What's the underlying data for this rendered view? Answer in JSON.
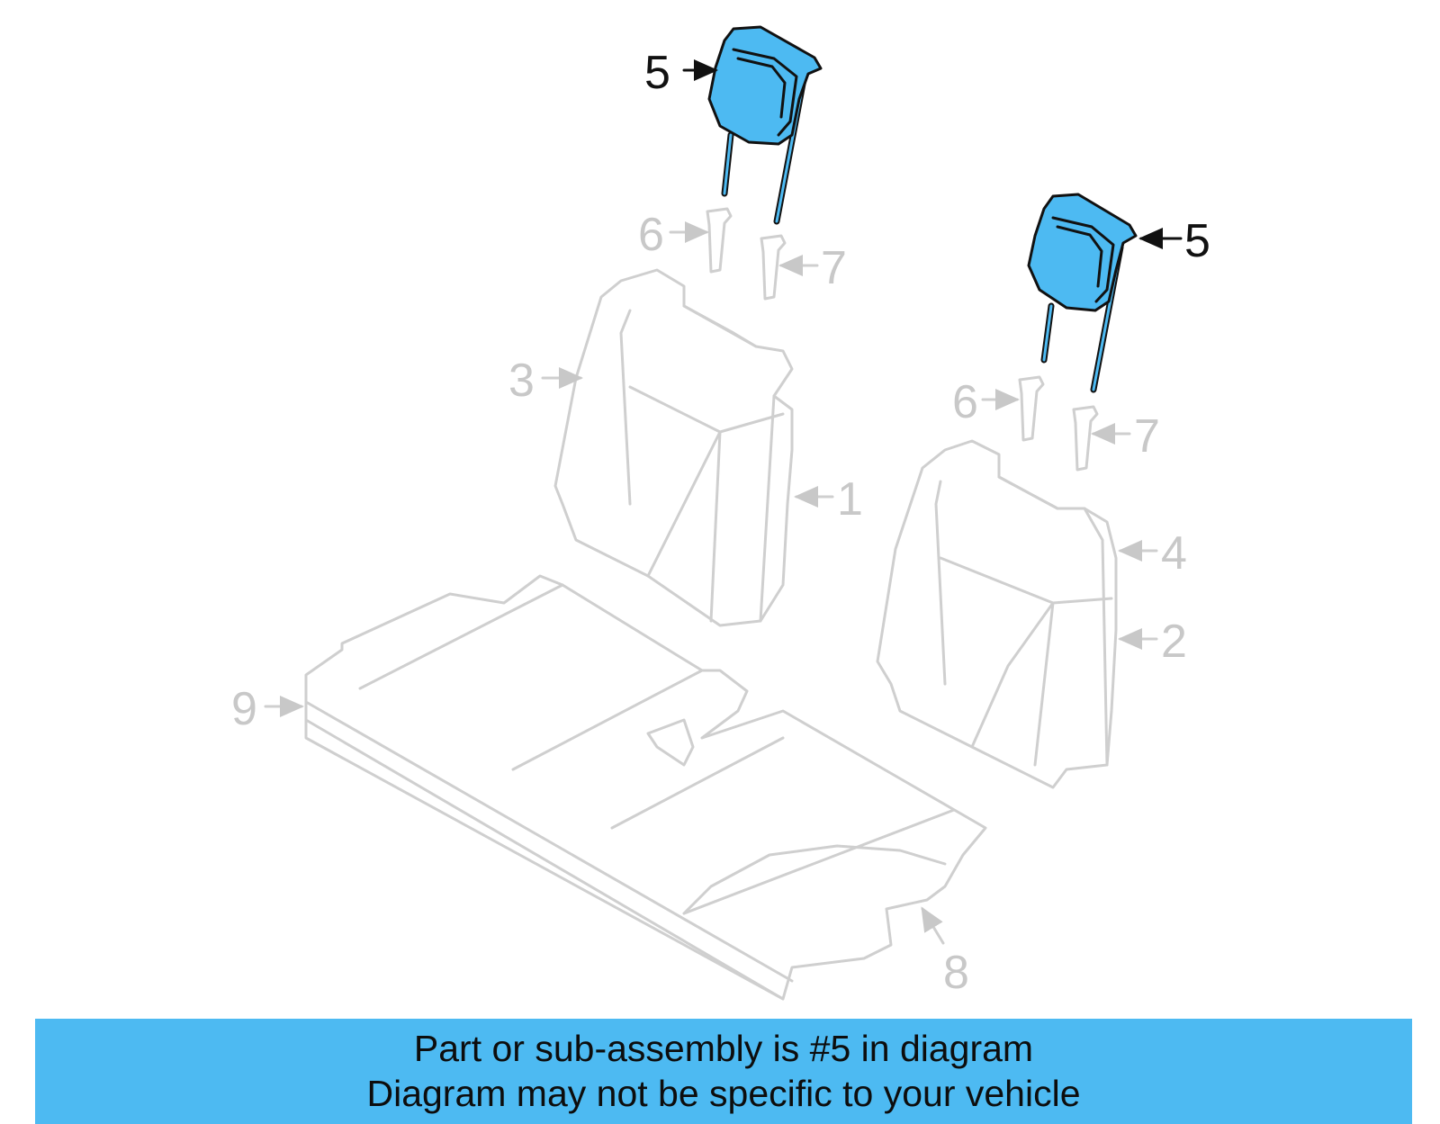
{
  "diagram": {
    "highlight_color": "#4dbaf2",
    "callouts": {
      "c1": "1",
      "c2": "2",
      "c3": "3",
      "c4": "4",
      "c5a": "5",
      "c5b": "5",
      "c6a": "6",
      "c6b": "6",
      "c7a": "7",
      "c7b": "7",
      "c8": "8",
      "c9": "9"
    }
  },
  "banner": {
    "line1": "Part or sub-assembly is #5 in diagram",
    "line2": "Diagram may not be specific to your vehicle",
    "background": "#4dbaf2"
  }
}
